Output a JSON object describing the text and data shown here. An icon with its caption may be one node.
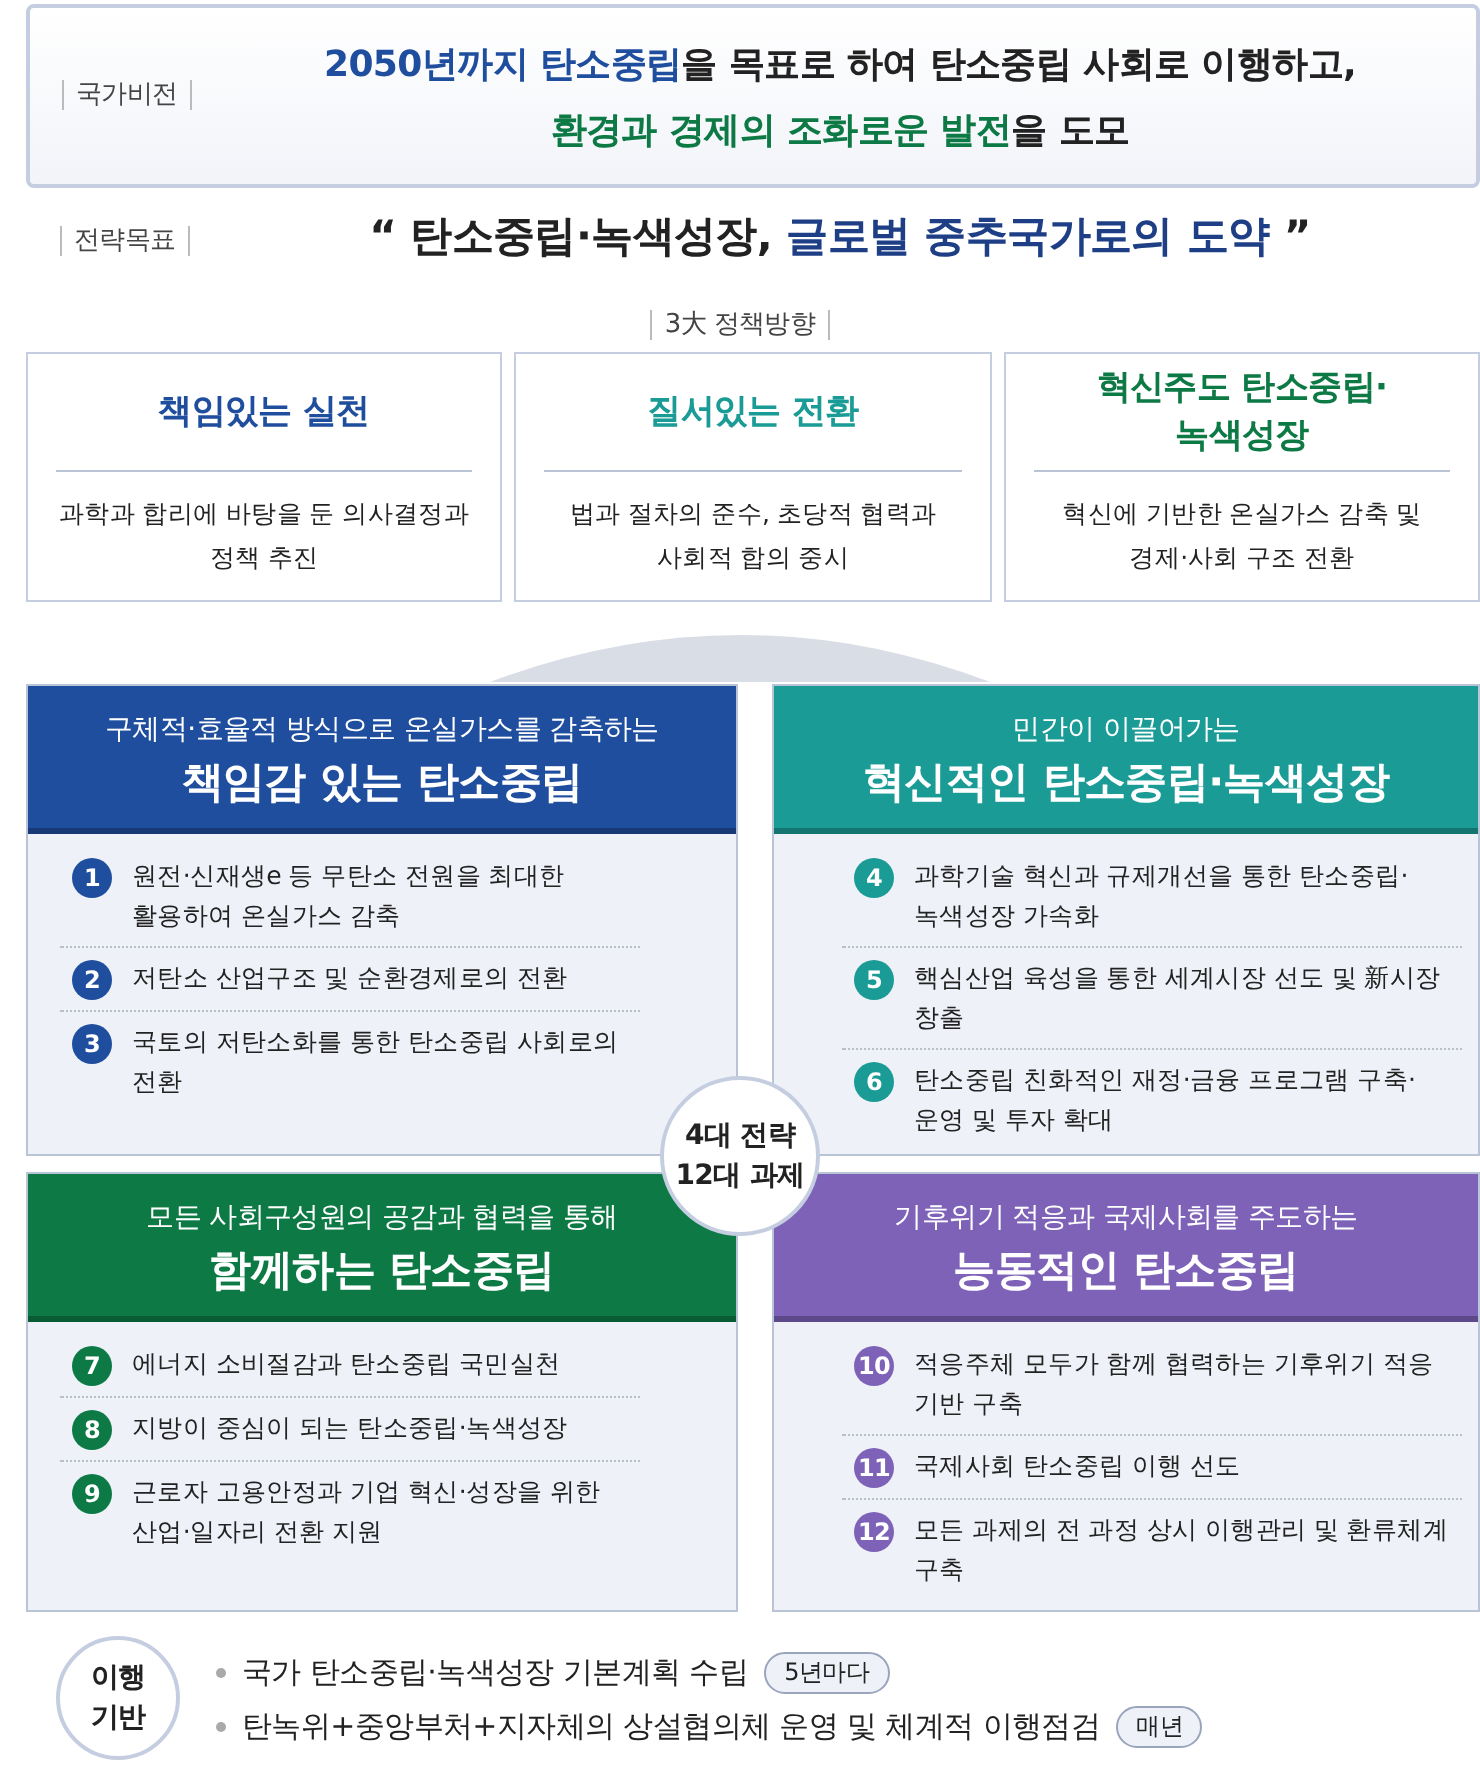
{
  "diagram": {
    "nodes": [
      {
        "text": [
          "국가비전",
          "**2050년까지 탄소중립**을 목표로 하여 탄소중립 사회로 이행하고, **환경과 경제의 조화로운 발전**을 도모"
        ]
      },
      {
        "text": [
          "책임있는 실천",
          "과학과 합리에 바탕을 둔 의사결정과 정책 추진"
        ]
      },
      {
        "text": [
          "질서있는 전환",
          "법과 절차의 준수, 초당적 협력과 사회적 합의 중시"
        ]
      },
      {
        "text": [
          "혁신주도 탄소중립·녹색성장",
          "혁신에 기반한 온실가스 감축 및 경제·사회 구조 전환"
        ]
      },
      {
        "text": [
          "구체적·효율적 방식으로 온실가스를 감축하는",
          "책임감 있는 탄소중립"
        ]
      },
      {
        "text": [
          "1",
          "원전·신재생e 등 무탄소 전원을 최대한 활용하여 온실가스 감축"
        ],
        "in": 4
      },
      {
        "text": [
          "2",
          "저탄소 산업구조 및 순환경제로의 전환"
        ],
        "in": 4
      },
      {
        "text": [
          "3",
          "국토의 저탄소화를 통한 탄소중립 사회로의 전환"
        ],
        "in": 4
      },
      {
        "text": [
          "민간이 이끌어가는",
          "혁신적인 탄소중립·녹색성장"
        ]
      },
      {
        "text": [
          "4",
          "과학기술 혁신과 규제개선을 통한 탄소중립·녹색성장 가속화"
        ],
        "in": 8
      },
      {
        "text": [
          "5",
          "핵심산업 육성을 통한 세계시장 선도 및 新시장 창출"
        ],
        "in": 8
      },
      {
        "text": [
          "6",
          "탄소중립 친화적인 재정·금융 프로그램 구축·운영 및 투자 확대"
        ],
        "in": 8
      },
      {
        "text": [
          "4대 전략",
          "12대 과제"
        ]
      },
      {
        "text": [
          "모든 사회구성원의 공감과 협력을 통해",
          "함께하는 탄소중립"
        ]
      },
      {
        "text": [
          "7",
          "에너지 소비절감과 탄소중립 국민실천"
        ],
        "in": 13
      },
      {
        "text": [
          "8",
          "지방이 중심이 되는 탄소중립·녹색성장"
        ],
        "in": 13
      },
      {
        "text": [
          "9",
          "근로자 고용안정과 기업 혁신·성장을 위한 산업·일자리 전환 지원"
        ],
        "in": 13
      },
      {
        "text": [
          "기후위기 적응과 국제사회를 주도하는",
          "능동적인 탄소중립"
        ]
      },
      {
        "text": [
          "10",
          "적응주체 모두가 함께 협력하는 기후위기 적응 기반 구축"
        ],
        "in": 17
      },
      {
        "text": [
          "11",
          "국제사회 탄소중립 이행 선도"
        ],
        "in": 17
      },
      {
        "text": [
          "12",
          "모든 과제의 전 과정 상시 이행관리 및 환류체계 구축"
        ],
        "in": 17
      },
      {
        "text": [
          "이행 기반"
        ]
      },
      {
        "text": [
          "5년마다"
        ]
      },
      {
        "text": [
          "매년"
        ]
      },
      {
        "text": [],
        "shape": "fan"
      }
    ],
    "labels": [
      "전략목표",
      "“ 탄소중립·녹색성장, **글로벌 중추국가로의 도약** ”",
      "3大 정책방향",
      "국가 탄소중립·녹색성장 기본계획 수립",
      "탄녹위+중앙부처+지자체의 상설협의체 운영 및 체계적 이행점검"
    ]
  }
}
